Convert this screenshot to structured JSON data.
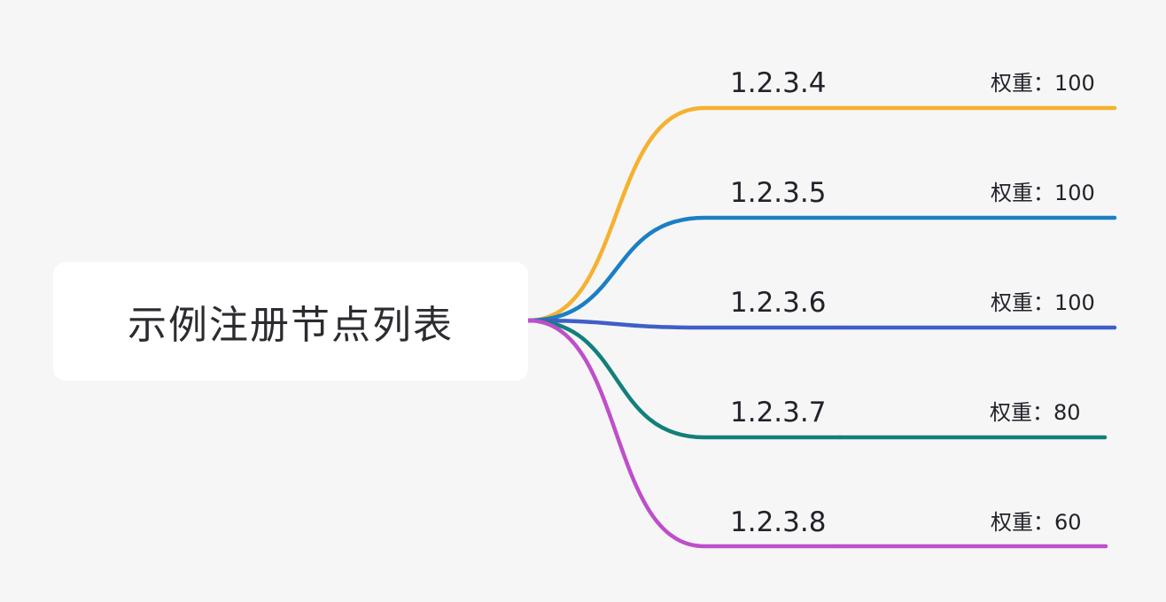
{
  "root": {
    "title": "示例注册节点列表"
  },
  "branches": [
    {
      "ip": "1.2.3.4",
      "weight_label": "权重：100",
      "color": "#f5b12f"
    },
    {
      "ip": "1.2.3.5",
      "weight_label": "权重：100",
      "color": "#1b7fc3"
    },
    {
      "ip": "1.2.3.6",
      "weight_label": "权重：100",
      "color": "#3f5fc6"
    },
    {
      "ip": "1.2.3.7",
      "weight_label": "权重：80",
      "color": "#127f7a"
    },
    {
      "ip": "1.2.3.8",
      "weight_label": "权重：60",
      "color": "#be4fc9"
    }
  ],
  "colors": {
    "background": "#f6f6f7",
    "root_box": "#ffffff"
  }
}
